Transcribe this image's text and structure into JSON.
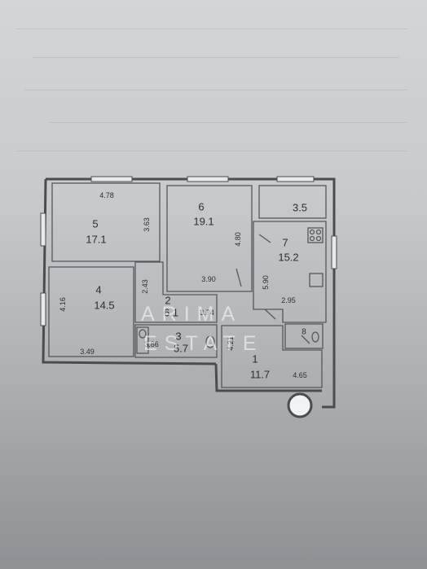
{
  "watermark": {
    "line1": "ARIMA",
    "line2": "ESTATE"
  },
  "rooms": [
    {
      "number": "5",
      "area": "17.1"
    },
    {
      "number": "6",
      "area": "19.1"
    },
    {
      "number": "7",
      "area": "15.2"
    },
    {
      "number": "4",
      "area": "14.5"
    },
    {
      "number": "2",
      "area": "6.1"
    },
    {
      "number": "3",
      "area": "5.7"
    },
    {
      "number": "1",
      "area": "11.7"
    },
    {
      "number": "8",
      "area": ""
    }
  ],
  "balcony_area": "3.5",
  "dimensions": [
    "4.78",
    "3.63",
    "4.80",
    "3.90",
    "5.90",
    "2.95",
    "4.16",
    "3.49",
    "2.43",
    "3.74",
    "3.86",
    "4.21",
    "4.65"
  ]
}
